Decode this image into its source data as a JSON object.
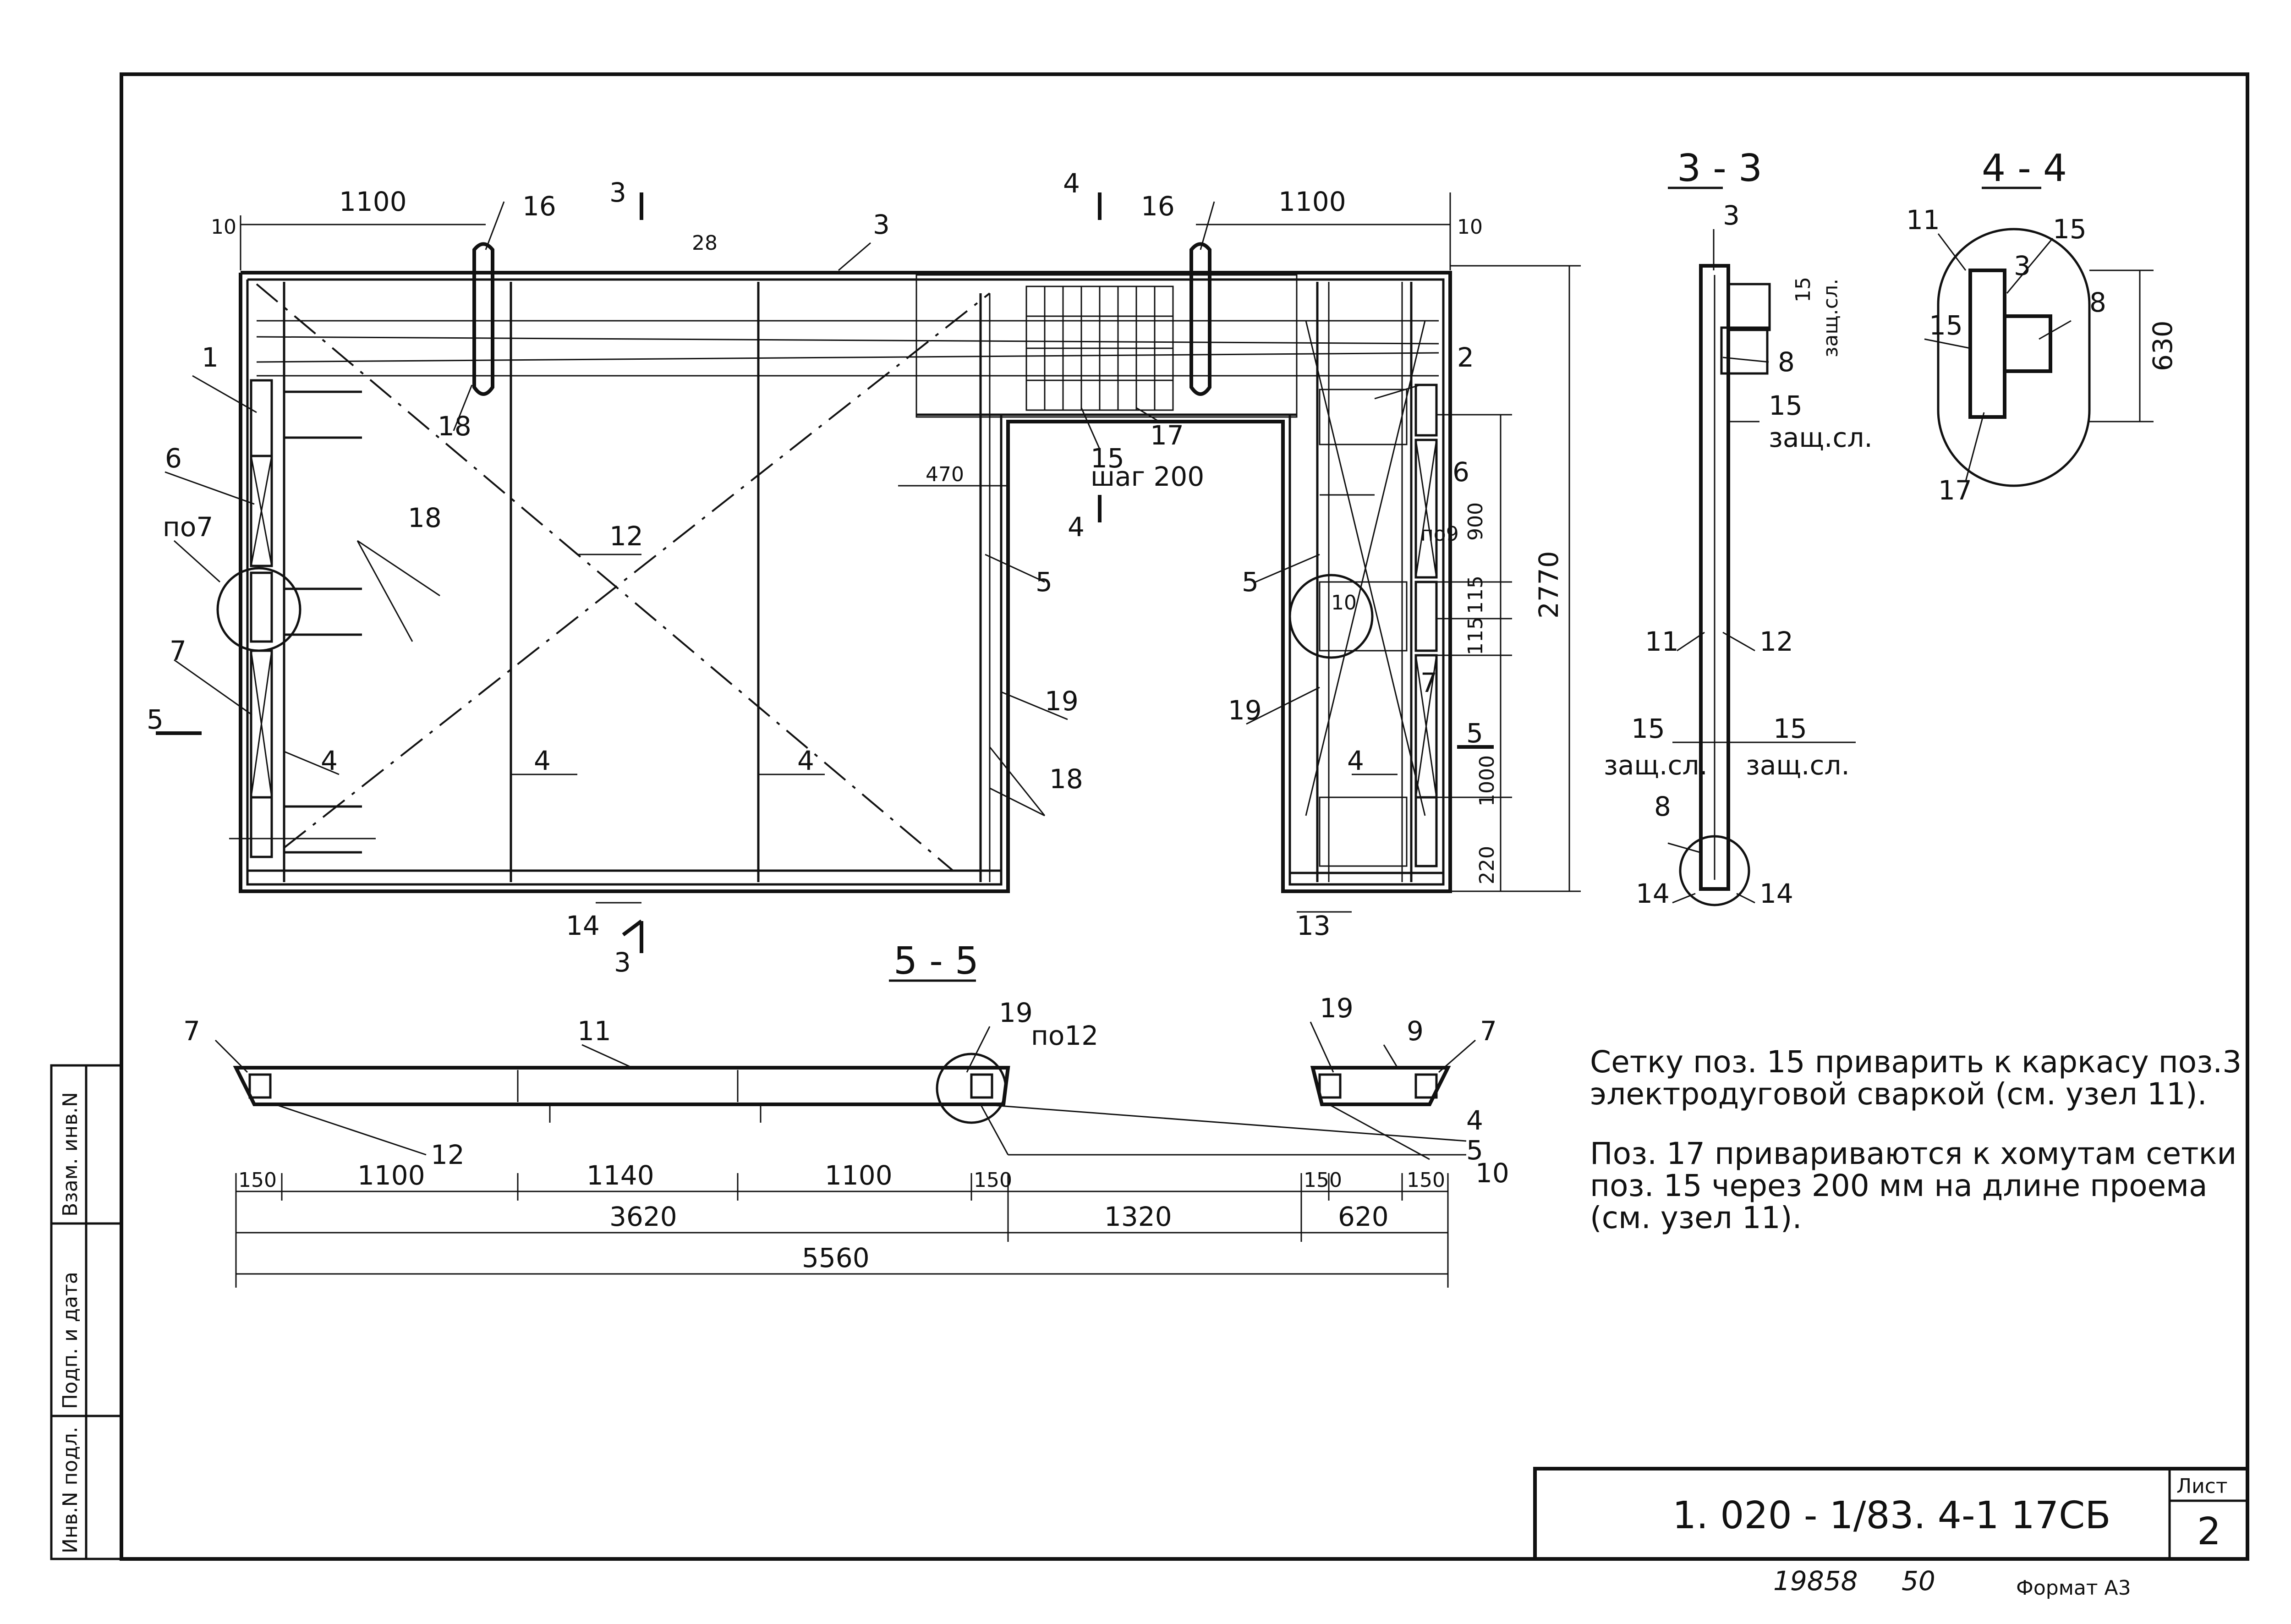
{
  "drawing": {
    "elevation": {
      "position_labels": [
        "1",
        "2",
        "3",
        "3",
        "4",
        "4",
        "4",
        "4",
        "5",
        "5",
        "6",
        "6",
        "7",
        "7",
        "12",
        "13",
        "14",
        "15",
        "16",
        "16",
        "17",
        "18",
        "18",
        "18",
        "19",
        "19"
      ],
      "callouts": {
        "left_node": "по7",
        "right_node": "по9",
        "node_ref": "10"
      },
      "section_marks": {
        "s3_top": "3",
        "s3_bottom": "3",
        "s4_top": "4",
        "s4_mid": "4",
        "s5_left": "5",
        "s5_right": "5"
      },
      "dims": {
        "top_left_gap": "10",
        "top_left_len": "1100",
        "top_right_len": "1100",
        "top_right_gap": "10",
        "top_small": "28",
        "opening_offset": "470",
        "step_label": "шаг 200",
        "right_900": "900",
        "right_115a": "115",
        "right_115b": "115",
        "right_1000": "1000",
        "right_220": "220",
        "right_total": "2770"
      }
    },
    "section_3_3": {
      "title": "3 - 3",
      "labels": {
        "top": "3",
        "bar8": "8",
        "bar11": "11",
        "bar12": "12",
        "bar8b": "8",
        "bar14a": "14",
        "bar14b": "14"
      },
      "cover": {
        "top_val": "15",
        "top_txt": "защ.сл.",
        "side_val": "15",
        "side_txt": "защ.сл.",
        "left_val": "15",
        "left_txt": "защ.сл.",
        "right_val": "15",
        "right_txt": "защ.сл."
      }
    },
    "section_4_4": {
      "title": "4 - 4",
      "labels": {
        "p11": "11",
        "p3": "3",
        "p15a": "15",
        "p15b": "15",
        "p8": "8",
        "p17": "17"
      },
      "dim": "630"
    },
    "section_5_5": {
      "title": "5 - 5",
      "labels": {
        "p7a": "7",
        "p11": "11",
        "p12": "12",
        "p19a": "19",
        "node": "по12",
        "p19b": "19",
        "p9": "9",
        "p7b": "7",
        "p4": "4",
        "p5": "5",
        "p10": "10"
      },
      "dims": {
        "d150a": "150",
        "d1100a": "1100",
        "d1140": "1140",
        "d1100b": "1100",
        "d150b": "150",
        "d150c": "150",
        "d150d": "150",
        "d3620": "3620",
        "d1320": "1320",
        "d620": "620",
        "d5560": "5560"
      }
    }
  },
  "notes": {
    "n1_l1": "Сетку поз. 15 приварить к каркасу поз.3",
    "n1_l2": "электродуговой сваркой (см. узел 11).",
    "n2_l1": "Поз. 17 привариваются к хомутам сетки",
    "n2_l2": "поз. 15 через 200 мм на длине проема",
    "n2_l3": "(см. узел 11)."
  },
  "side_stamp": {
    "col1": "Инв.N подл.",
    "col2": "Подп. и дата",
    "col3": "Взам. инв.N"
  },
  "title_block": {
    "code": "1. 020 - 1/83. 4-1 17СБ",
    "sheet_label": "Лист",
    "sheet_num": "2"
  },
  "footer": {
    "num": "19858",
    "num2": "50",
    "format": "Формат А3"
  }
}
